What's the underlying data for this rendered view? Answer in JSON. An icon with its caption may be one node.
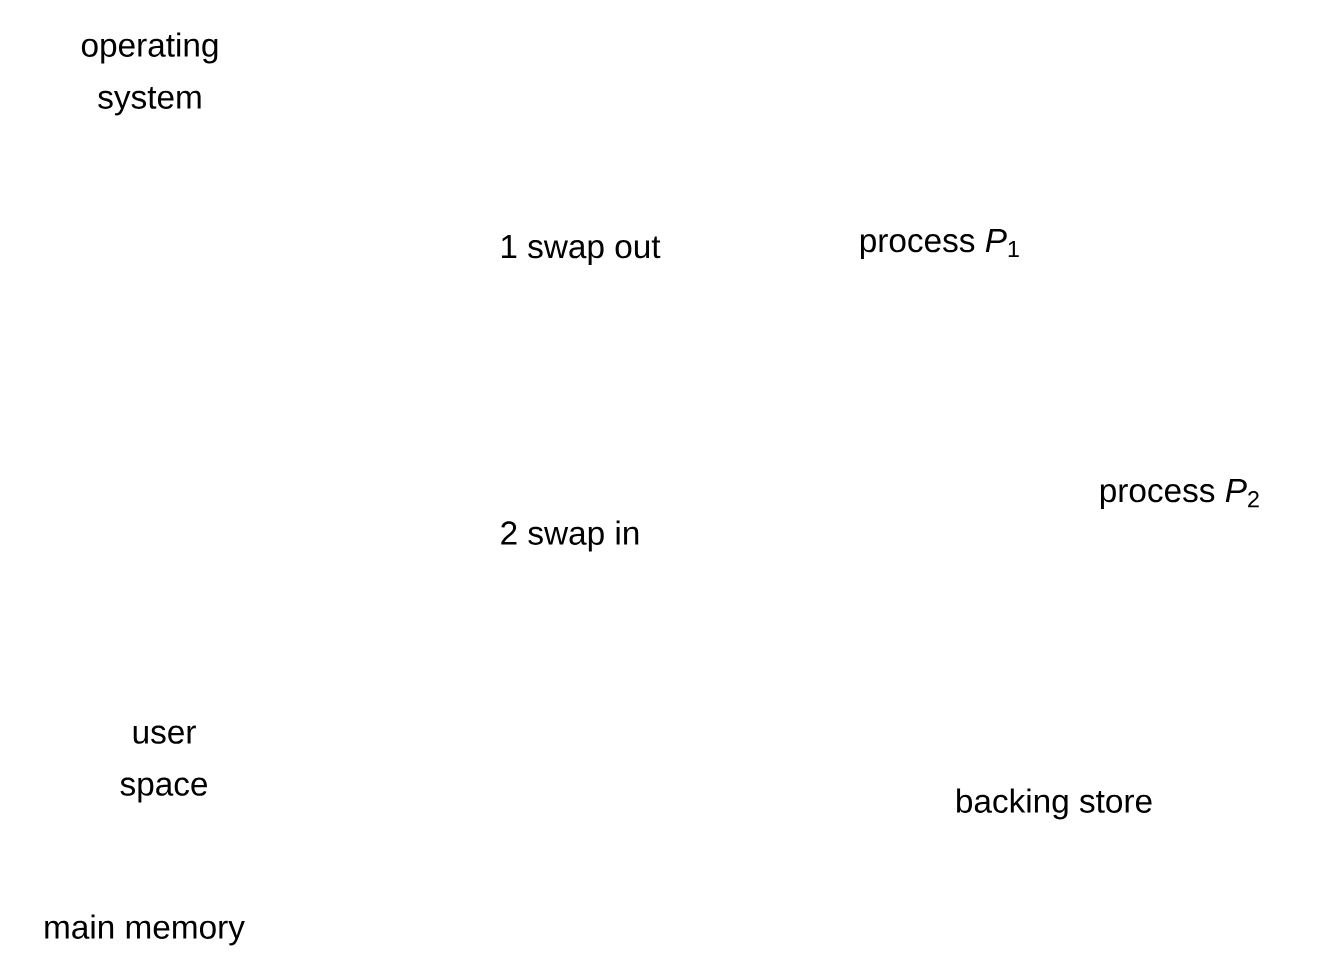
{
  "diagram": {
    "labels": [
      "operating system",
      "process *P*$_{1}$",
      "1 swap out",
      "process *P*$_{2}$",
      "2 swap in",
      "user space",
      "backing store",
      "main memory"
    ]
  }
}
